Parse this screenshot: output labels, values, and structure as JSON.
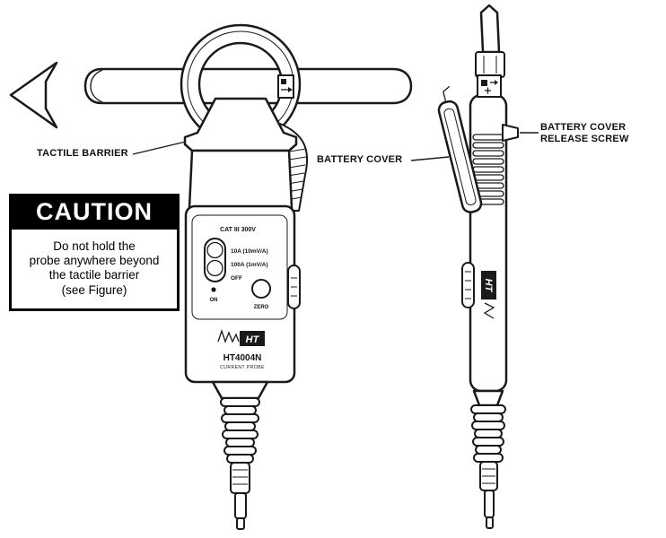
{
  "diagram": {
    "labels": {
      "tactile_barrier": "TACTILE BARRIER",
      "battery_cover": "BATTERY COVER",
      "release_screw_line1": "BATTERY COVER",
      "release_screw_line2": "RELEASE SCREW"
    },
    "caution": {
      "title": "CAUTION",
      "lines": [
        "Do not hold the",
        "probe anywhere beyond",
        "the tactile barrier",
        "(see Figure)"
      ]
    },
    "probe": {
      "rating": "CAT III 300V",
      "range_10a": "10A (10mV/A)",
      "range_100a": "100A (1mV/A)",
      "off_label": "OFF",
      "on_label": "ON",
      "zero_label": "ZERO",
      "brand": "HT",
      "model": "HT4004N",
      "model_subtitle": "CURRENT PROBE"
    },
    "colors": {
      "line": "#1a1a1a",
      "caution_bg": "#000000",
      "caution_fg": "#ffffff"
    }
  }
}
